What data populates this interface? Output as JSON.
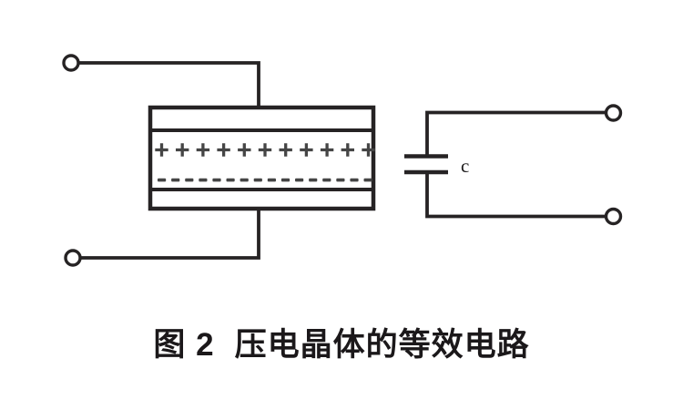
{
  "colors": {
    "ink": "#262324",
    "charge": "#454545",
    "background": "#ffffff"
  },
  "figure": {
    "label": "图 2",
    "title": "压电晶体的等效电路"
  },
  "circuit": {
    "capacitor_label": "c",
    "terminal_count": 4,
    "crystal": {
      "positive_symbol": "+",
      "positive_count": 11,
      "negative_symbol": "-",
      "negative_count": 16
    }
  }
}
